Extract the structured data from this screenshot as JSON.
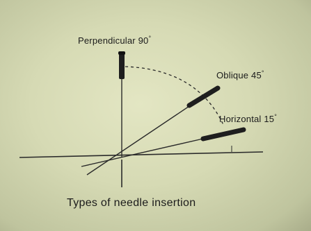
{
  "labels": {
    "perpendicular": "Perpendicular 90",
    "oblique": "Oblique 45",
    "horizontal": "Horizontal 15",
    "degree_symbol": "°"
  },
  "caption": "Types of needle insertion",
  "colors": {
    "paper": "#d6dab4",
    "ink": "#1b1b1b"
  }
}
